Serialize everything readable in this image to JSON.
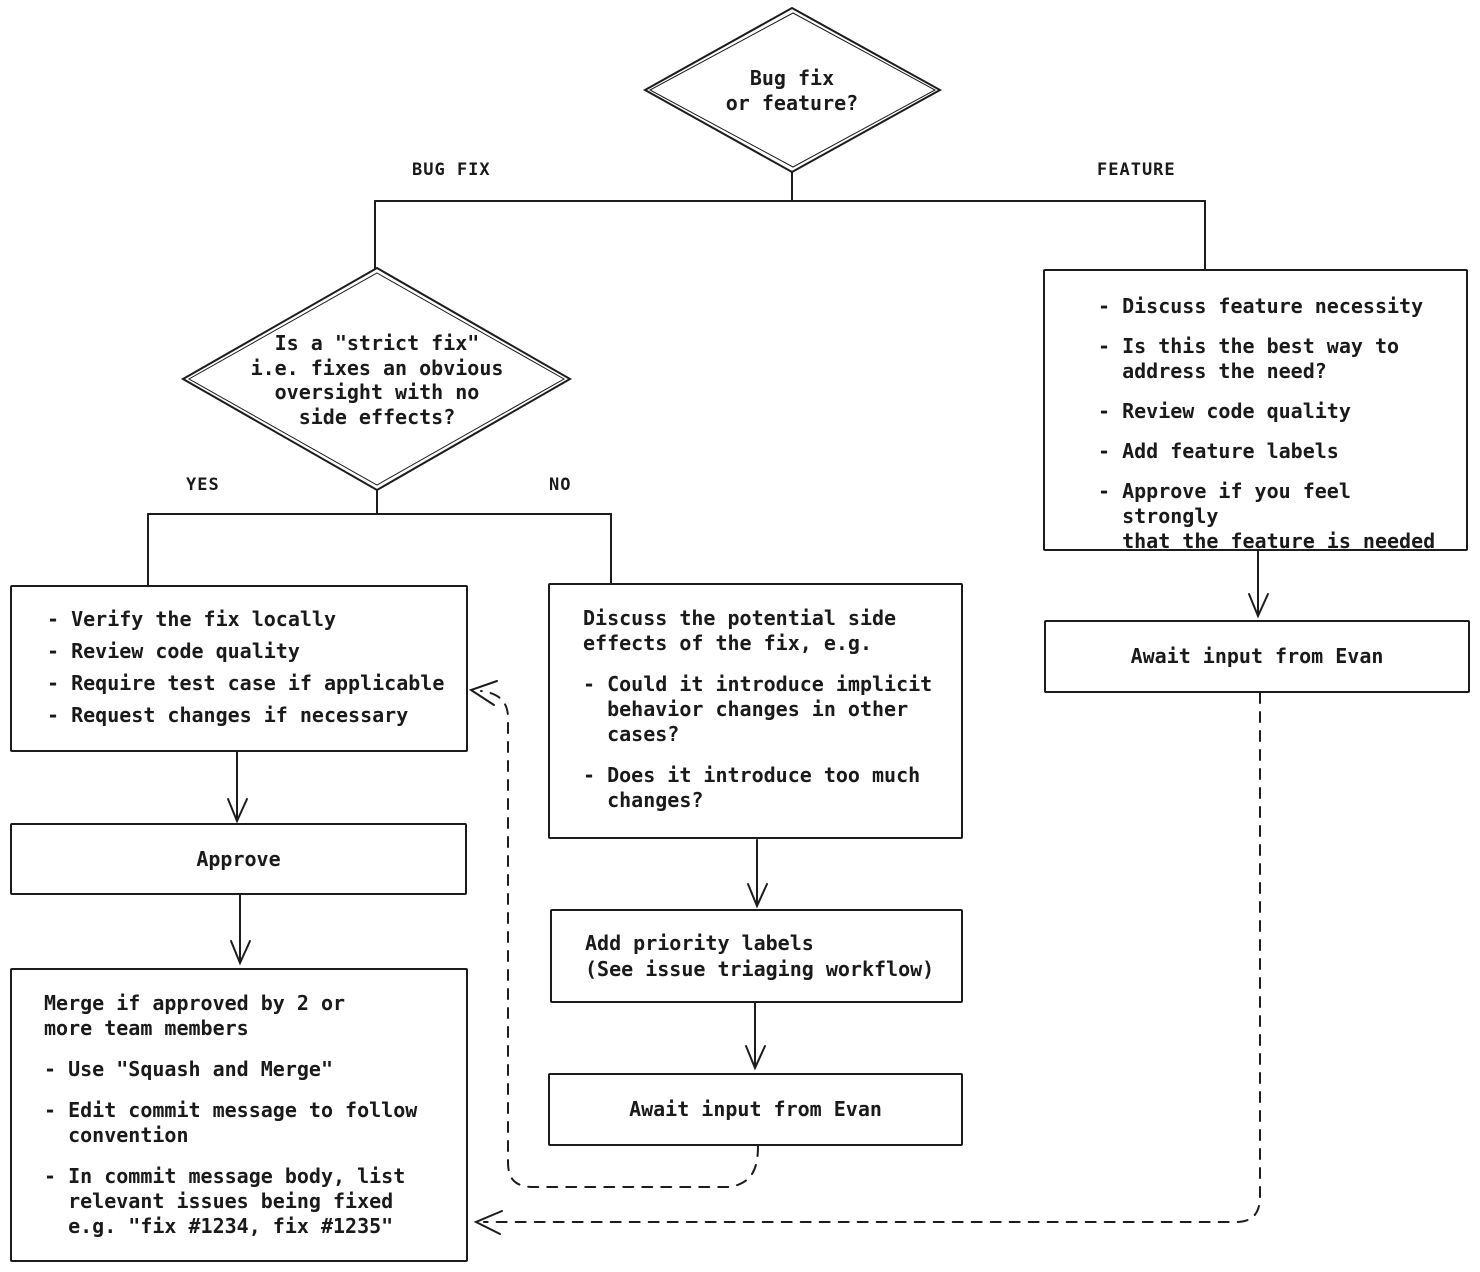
{
  "colors": {
    "stroke": "#1c1c1c",
    "text": "#1a1a1a",
    "background": "#ffffff"
  },
  "decision1": {
    "text": "Bug fix\nor feature?"
  },
  "branch_labels": {
    "bug_fix": "BUG FIX",
    "feature": "FEATURE",
    "yes": "YES",
    "no": "NO"
  },
  "decision2": {
    "text": "Is a \"strict fix\"\ni.e. fixes an obvious\noversight with no\nside effects?"
  },
  "verify_box": {
    "items": [
      "- Verify the fix locally",
      "- Review code quality",
      "- Require test case if applicable",
      "- Request changes if necessary"
    ]
  },
  "approve_box": {
    "label": "Approve"
  },
  "merge_box": {
    "heading": "Merge if approved by 2 or\nmore team members",
    "items": [
      "- Use \"Squash and Merge\"",
      "- Edit commit message to follow\nconvention",
      "- In commit message body, list\nrelevant issues being fixed\ne.g. \"fix #1234, fix #1235\""
    ]
  },
  "discuss_box": {
    "heading": "Discuss the potential side\neffects of the fix, e.g.",
    "items": [
      "- Could it introduce implicit\nbehavior changes in other\ncases?",
      "- Does it introduce too much\nchanges?"
    ]
  },
  "priority_box": {
    "text": "Add priority labels\n(See issue triaging workflow)"
  },
  "await_mid_box": {
    "label": "Await input from Evan"
  },
  "feature_box": {
    "items": [
      "- Discuss feature necessity",
      "- Is this the best way to\naddress the need?",
      "- Review code quality",
      "- Add feature labels",
      "- Approve if you feel strongly\nthat the feature is needed"
    ]
  },
  "await_right_box": {
    "label": "Await input from Evan"
  }
}
